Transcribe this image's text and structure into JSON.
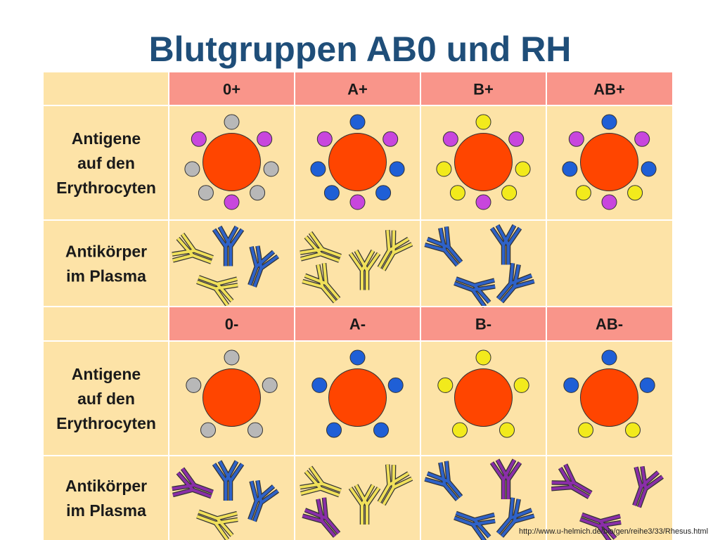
{
  "title": "Blutgruppen AB0 und RH",
  "row_labels": {
    "antigene": [
      "Antigene",
      "auf den",
      "Erythrocyten"
    ],
    "antikoerper": [
      "Antikörper",
      "im Plasma"
    ]
  },
  "headers_rh_pos": [
    "0+",
    "A+",
    "B+",
    "AB+"
  ],
  "headers_rh_neg": [
    "0-",
    "A-",
    "B-",
    "AB-"
  ],
  "colors": {
    "cell_bg": "#fde3a7",
    "header_bg": "#f9958a",
    "grid_line": "#ffffff",
    "erythrocyte": "#ff4500",
    "antigen_0": "#b8b8b8",
    "antigen_a": "#1f5fd6",
    "antigen_b": "#f2ea1c",
    "antigen_rh": "#c846dd",
    "antibody_anti_a": "#f0e05a",
    "antibody_anti_b": "#2e62c8",
    "antibody_anti_rh": "#8a2ea8",
    "title": "#1f4e79"
  },
  "antigen_sets": {
    "rh_pos": [
      [
        "antigen_0",
        "antigen_0",
        "antigen_rh",
        "antigen_rh"
      ],
      [
        "antigen_a",
        "antigen_a",
        "antigen_rh",
        "antigen_rh"
      ],
      [
        "antigen_b",
        "antigen_b",
        "antigen_rh",
        "antigen_rh"
      ],
      [
        "antigen_a",
        "antigen_b",
        "antigen_rh",
        "antigen_rh"
      ]
    ],
    "rh_neg": [
      [
        "antigen_0"
      ],
      [
        "antigen_a"
      ],
      [
        "antigen_b"
      ],
      [
        "antigen_a",
        "antigen_b"
      ]
    ]
  },
  "antibody_sets": {
    "rh_pos": [
      [
        "antibody_anti_a",
        "antibody_anti_b",
        "antibody_anti_a",
        "antibody_anti_b"
      ],
      [
        "antibody_anti_a",
        "antibody_anti_a",
        "antibody_anti_a",
        "antibody_anti_a"
      ],
      [
        "antibody_anti_b",
        "antibody_anti_b",
        "antibody_anti_b",
        "antibody_anti_b"
      ],
      []
    ],
    "rh_neg": [
      [
        "antibody_anti_rh",
        "antibody_anti_b",
        "antibody_anti_a",
        "antibody_anti_b"
      ],
      [
        "antibody_anti_a",
        "antibody_anti_rh",
        "antibody_anti_a",
        "antibody_anti_a"
      ],
      [
        "antibody_anti_b",
        "antibody_anti_rh",
        "antibody_anti_b",
        "antibody_anti_b"
      ],
      [
        "antibody_anti_rh",
        "antibody_anti_rh",
        "antibody_anti_rh"
      ]
    ]
  },
  "source_url": "http://www.u-helmich.de/bio/gen/reihe3/33/Rhesus.html"
}
